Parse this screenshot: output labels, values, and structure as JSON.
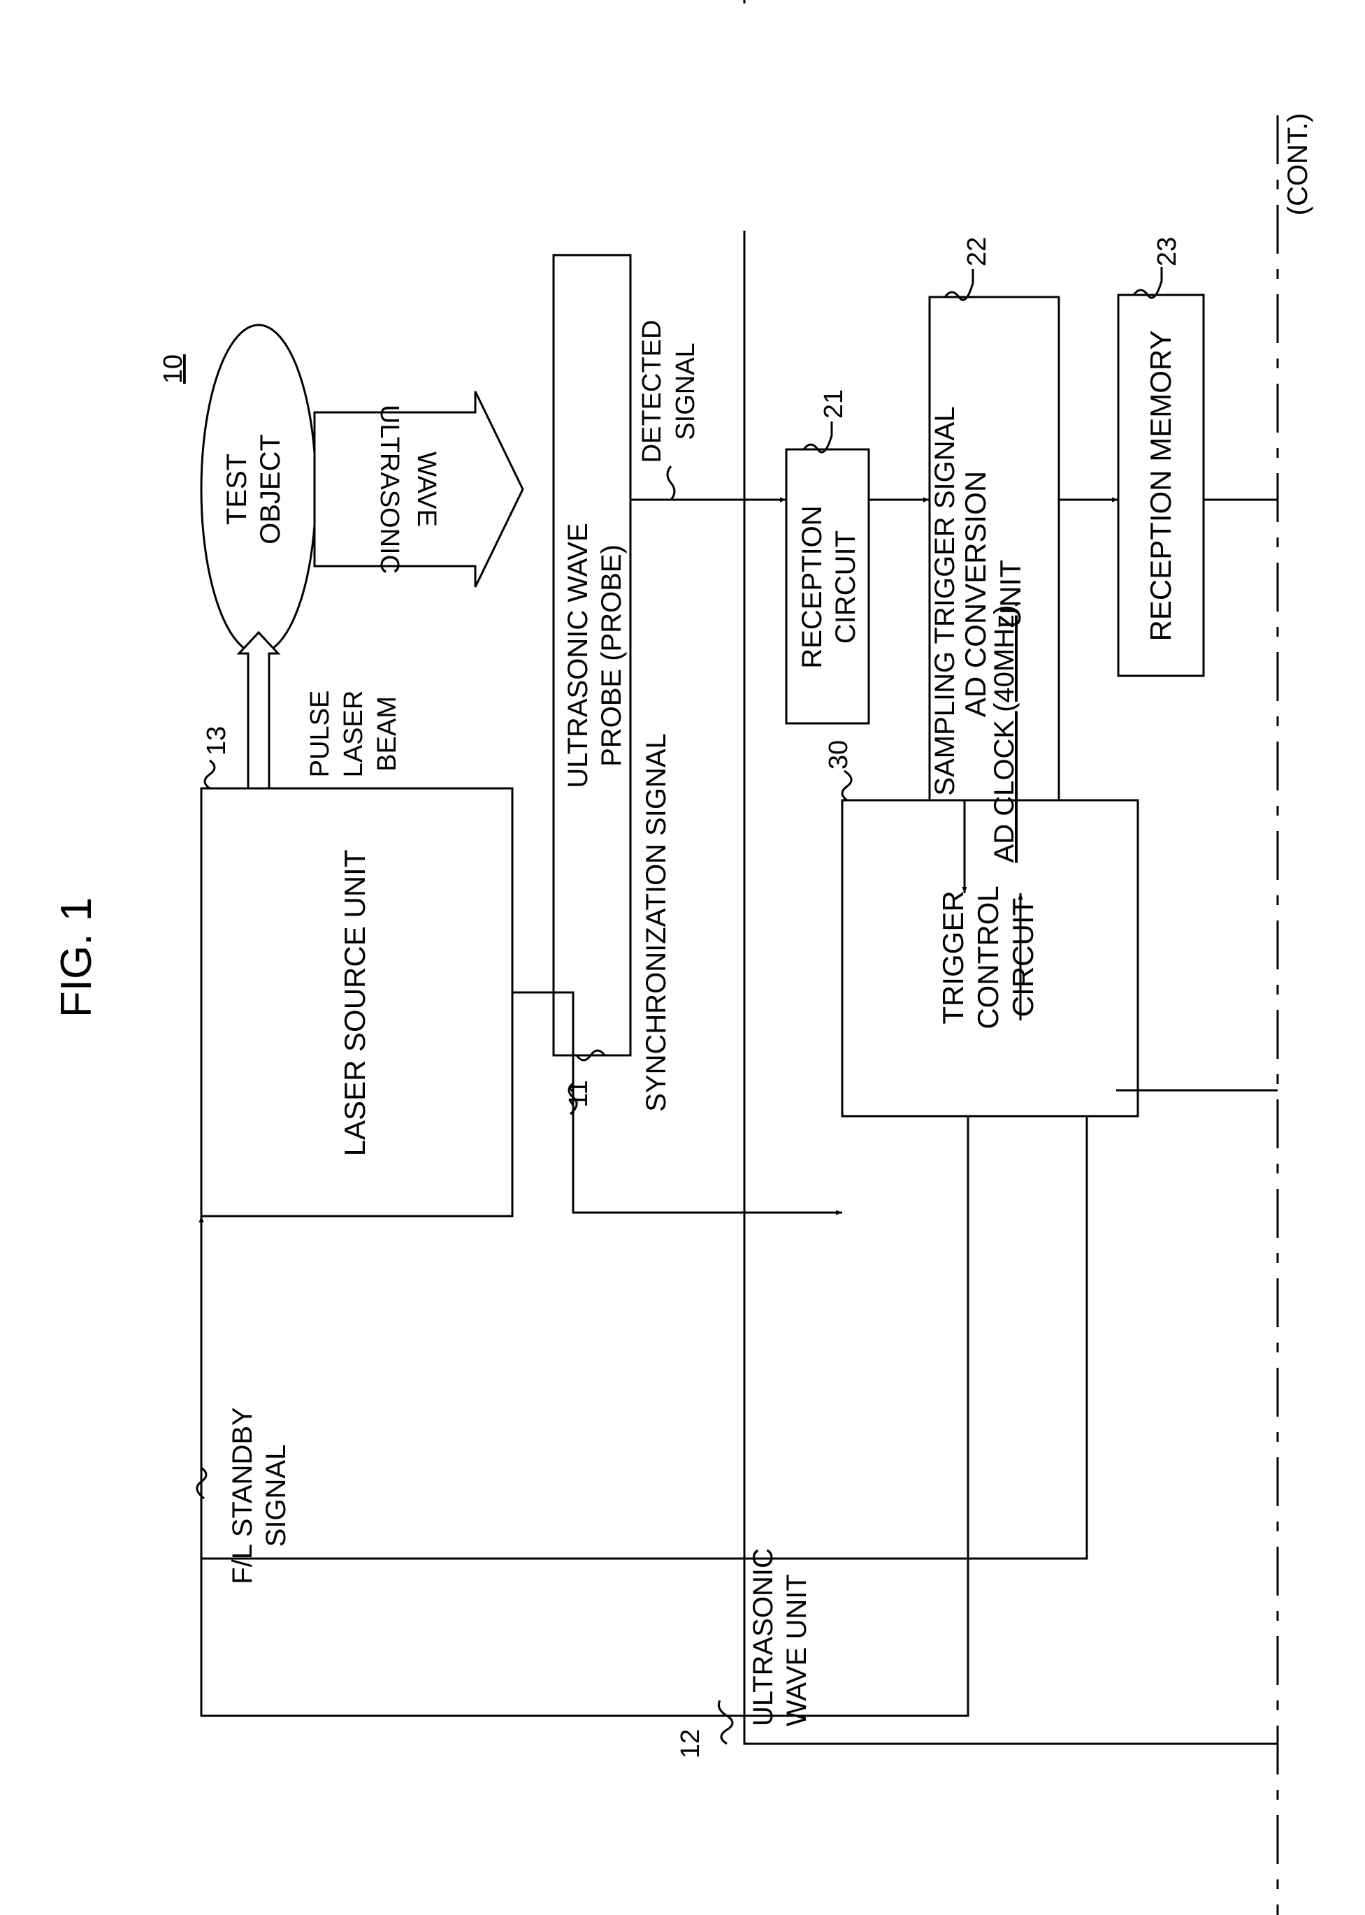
{
  "figure": {
    "title": "FIG. 1",
    "system_ref": "10",
    "continuation": "(CONT.)"
  },
  "blocks": {
    "test_object": {
      "line1": "TEST",
      "line2": "OBJECT"
    },
    "laser_source_unit": {
      "label": "LASER SOURCE UNIT",
      "ref": "13"
    },
    "ultrasonic_probe": {
      "line1": "ULTRASONIC WAVE",
      "line2": "PROBE (PROBE)",
      "ref": "11"
    },
    "reception_circuit": {
      "line1": "RECEPTION",
      "line2": "CIRCUIT",
      "ref": "21"
    },
    "ad_conversion_unit": {
      "line1": "AD CONVERSION",
      "line2": "UNIT",
      "ref": "22"
    },
    "reception_memory": {
      "label": "RECEPTION MEMORY",
      "ref": "23"
    },
    "trigger_control_circuit": {
      "line1": "TRIGGER",
      "line2": "CONTROL",
      "line3": "CIRCUIT",
      "ref": "30"
    },
    "ultrasonic_wave_unit": {
      "line1": "ULTRASONIC",
      "line2": "WAVE UNIT",
      "ref": "12"
    }
  },
  "signals": {
    "pulse_laser_beam": {
      "line1": "PULSE",
      "line2": "LASER",
      "line3": "BEAM"
    },
    "ultrasonic_wave": {
      "line1": "ULTRASONIC",
      "line2": "WAVE"
    },
    "detected_signal": {
      "line1": "DETECTED",
      "line2": "SIGNAL"
    },
    "synchronization_signal": "SYNCHRONIZATION SIGNAL",
    "sampling_trigger_signal": "SAMPLING TRIGGER SIGNAL",
    "ad_clock": "AD CLOCK (40MHz)",
    "fl_standby_signal": {
      "line1": "F/L STANDBY",
      "line2": "SIGNAL"
    }
  }
}
